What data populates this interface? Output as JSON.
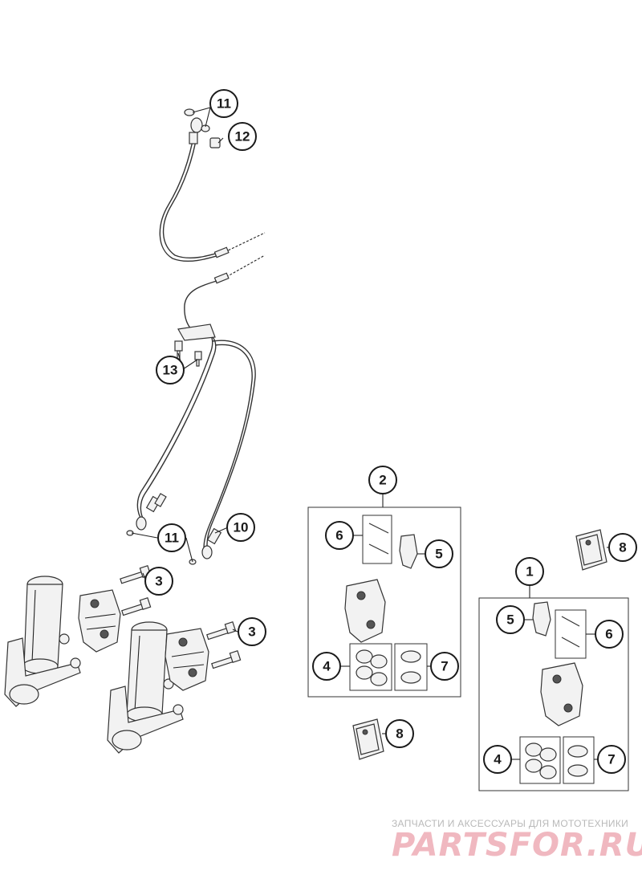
{
  "callouts": {
    "c1": "1",
    "c2": "2",
    "c3a": "3",
    "c3b": "3",
    "c4a": "4",
    "c4b": "4",
    "c5a": "5",
    "c5b": "5",
    "c6a": "6",
    "c6b": "6",
    "c7a": "7",
    "c7b": "7",
    "c8a": "8",
    "c8b": "8",
    "c10": "10",
    "c11a": "11",
    "c11b": "11",
    "c12": "12",
    "c13": "13"
  },
  "watermark": {
    "tagline": "ЗАПЧАСТИ И АКСЕССУАРЫ ДЛЯ МОТОТЕХНИКИ",
    "brand": "PARTSFOR.RU"
  },
  "colors": {
    "line": "#222222",
    "watermark_brand": "#f0b8c0",
    "watermark_tagline": "#b9b9b9"
  }
}
